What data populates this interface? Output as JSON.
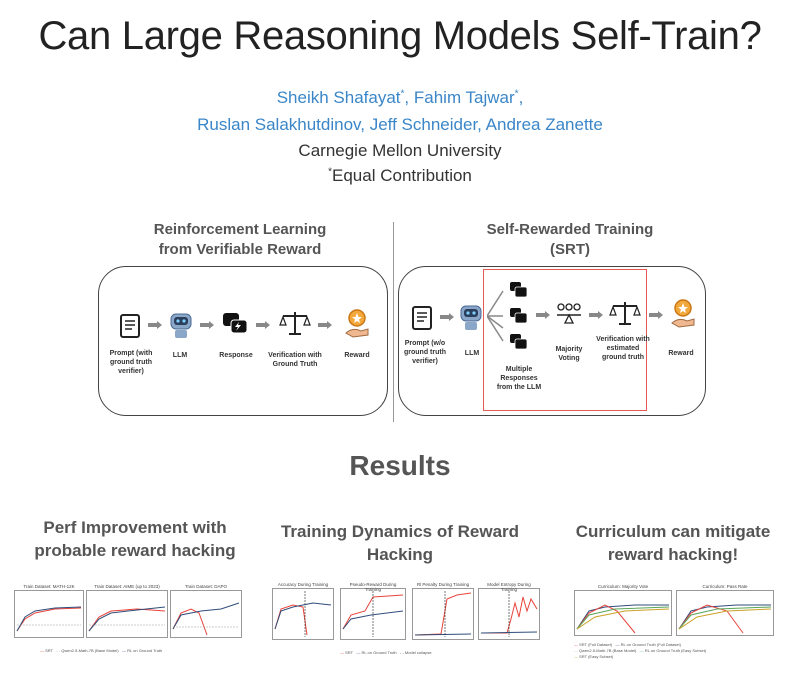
{
  "title": "Can Large Reasoning Models Self-Train?",
  "authors": {
    "line1": [
      {
        "name": "Sheikh Shafayat",
        "mark": "*",
        "sep": ", "
      },
      {
        "name": "Fahim Tajwar",
        "mark": "*",
        "sep": ","
      }
    ],
    "line2": "Ruslan Salakhutdinov, Jeff Schneider, Andrea Zanette"
  },
  "affiliation": "Carnegie Mellon University",
  "equal_contribution": {
    "mark": "*",
    "text": "Equal Contribution"
  },
  "left_panel": {
    "heading_line1": "Reinforcement Learning",
    "heading_line2": "from Verifiable Reward",
    "steps": [
      "Prompt (with ground truth verifier)",
      "LLM",
      "Response",
      "Verification with Ground Truth",
      "Reward"
    ]
  },
  "right_panel": {
    "heading_line1": "Self-Rewarded Training",
    "heading_line2": "(SRT)",
    "steps": [
      "Prompt (w/o ground truth verifier)",
      "LLM",
      "Multiple Responses from the LLM",
      "Majority Voting",
      "Verification with estimated ground truth",
      "Reward"
    ]
  },
  "results_heading": "Results",
  "sections": [
    {
      "line1": "Perf Improvement with",
      "line2": "probable reward hacking"
    },
    {
      "line1": "Training Dynamics of Reward",
      "line2": "Hacking"
    },
    {
      "line1": "Curriculum can mitigate",
      "line2": "reward hacking!"
    }
  ],
  "charts": {
    "perf": [
      "Train Dataset: MATH-12K",
      "Train Dataset: AIME (up to 2023)",
      "Train Dataset: DAPO"
    ],
    "perf_legend": [
      "SRT",
      "Qwen2.5-Math-7B (Base Model)",
      "RL on Ground Truth"
    ],
    "dyn": [
      "Accuracy During Training",
      "Pseudo-Reward During Training",
      "Rl Penalty During Training",
      "Model Entropy During Training"
    ],
    "dyn_legend": [
      "SRT",
      "RL on Ground Truth",
      "Model collapse"
    ],
    "curr": [
      "Curriculum: Majority Vote",
      "Curriculum: Pass Rate"
    ],
    "curr_legend": [
      "SRT (Full Dataset)",
      "RL on Ground Truth (Full Dataset)",
      "Qwen2.5-Math-7B (Base Model)",
      "RL on Ground Truth (Easy Subset)",
      "SRT (Easy Subset)"
    ]
  },
  "colors": {
    "accent_blue": "#3a86c8",
    "srt_red": "#e8433a",
    "box_red": "#e35b52",
    "gt_blue": "#2f4d7a"
  }
}
